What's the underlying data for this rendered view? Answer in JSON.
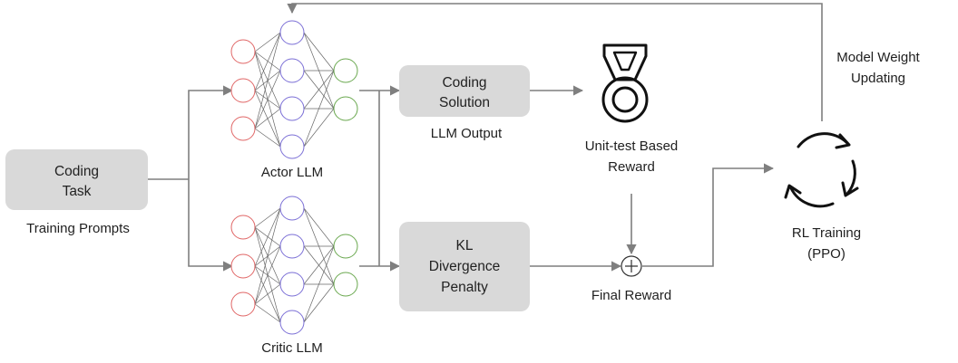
{
  "nodes": {
    "coding_task": {
      "lines": [
        "Coding",
        "Task"
      ],
      "caption": "Training Prompts"
    },
    "actor": {
      "caption": "Actor LLM"
    },
    "critic": {
      "caption": "Critic LLM"
    },
    "coding_solution": {
      "lines": [
        "Coding",
        "Solution"
      ],
      "caption": "LLM Output"
    },
    "kl_penalty": {
      "lines": [
        "KL",
        "Divergence",
        "Penalty"
      ]
    },
    "reward": {
      "lines": [
        "Unit-test Based",
        "Reward"
      ]
    },
    "final_reward": {
      "caption": "Final Reward"
    },
    "rl_training": {
      "lines": [
        "RL Training",
        "(PPO)"
      ]
    },
    "feedback": {
      "lines": [
        "Model Weight",
        "Updating"
      ]
    }
  },
  "colors": {
    "box_fill": "#d9d9d9",
    "line": "#7f7f7f",
    "input_neuron": "#e06666",
    "hidden_neuron": "#7b6fd6",
    "output_neuron": "#6aa84f"
  }
}
